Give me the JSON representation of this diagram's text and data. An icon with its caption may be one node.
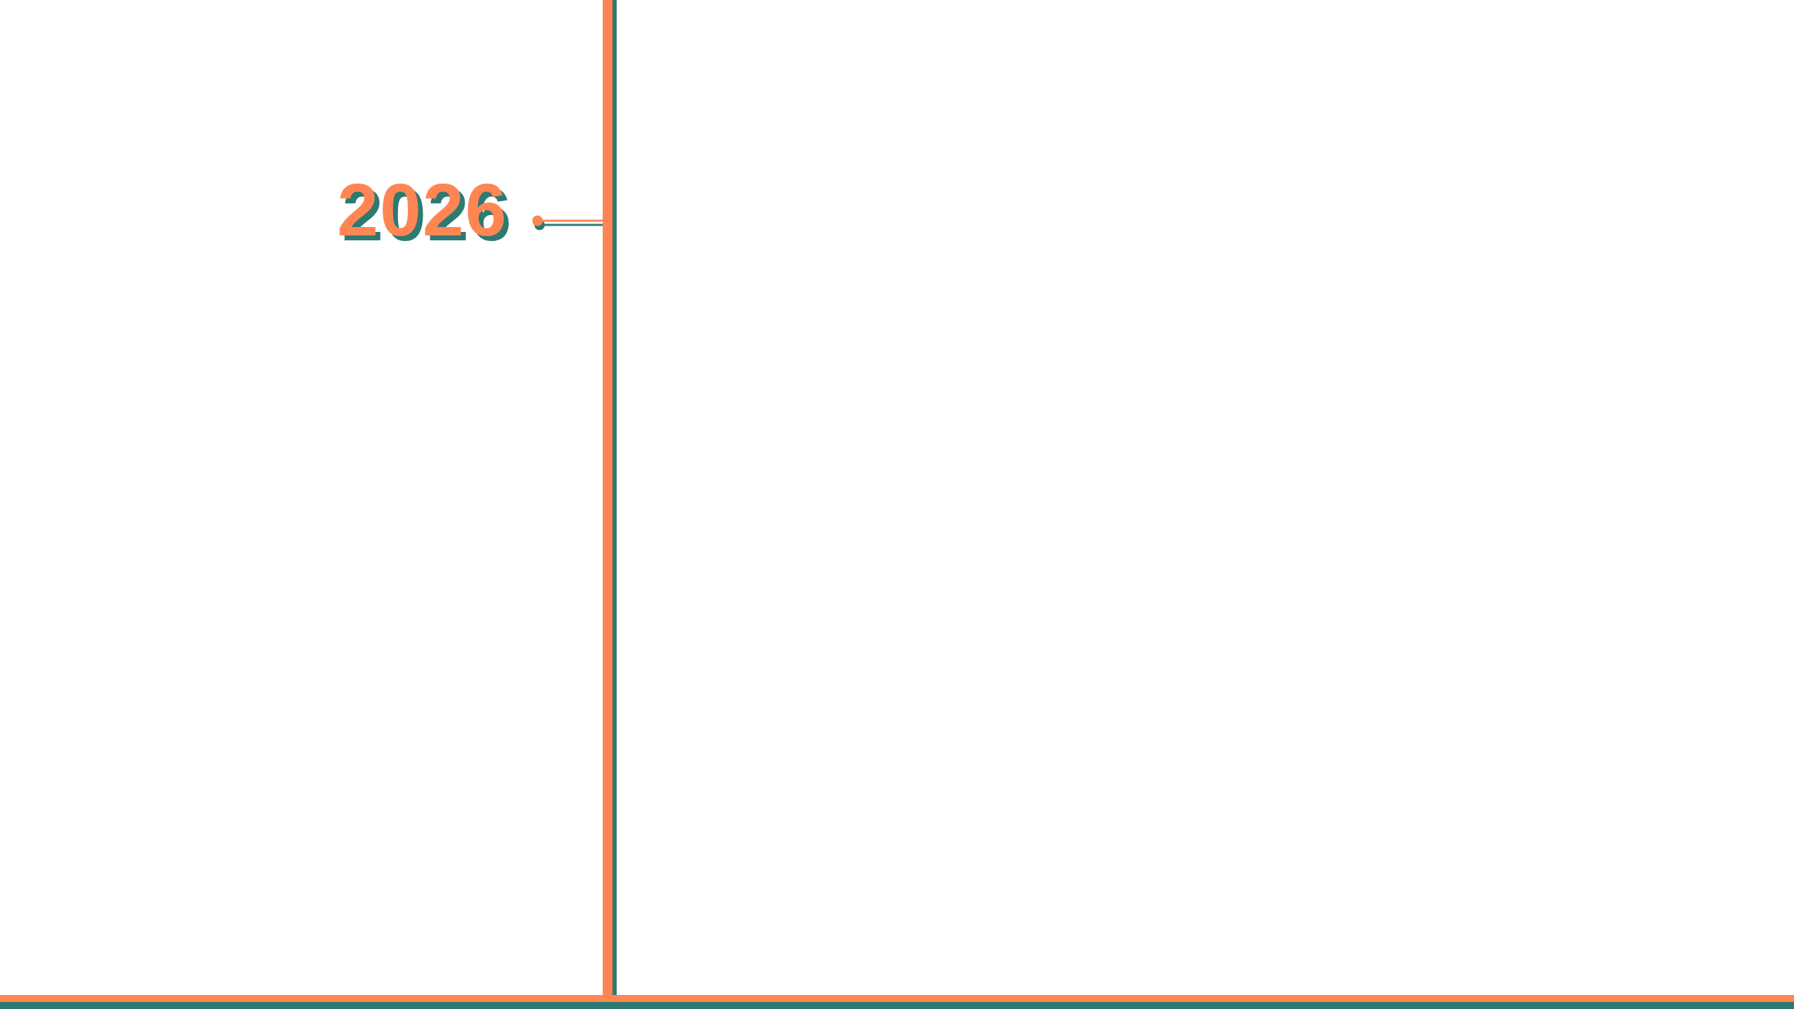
{
  "diagram": {
    "nodes": [
      {
        "text": [
          "2026"
        ]
      },
      {
        "text": [],
        "shape": "bar"
      }
    ],
    "edges": [
      {
        "from": 0,
        "to": 1,
        "arrow": "other"
      }
    ]
  }
}
